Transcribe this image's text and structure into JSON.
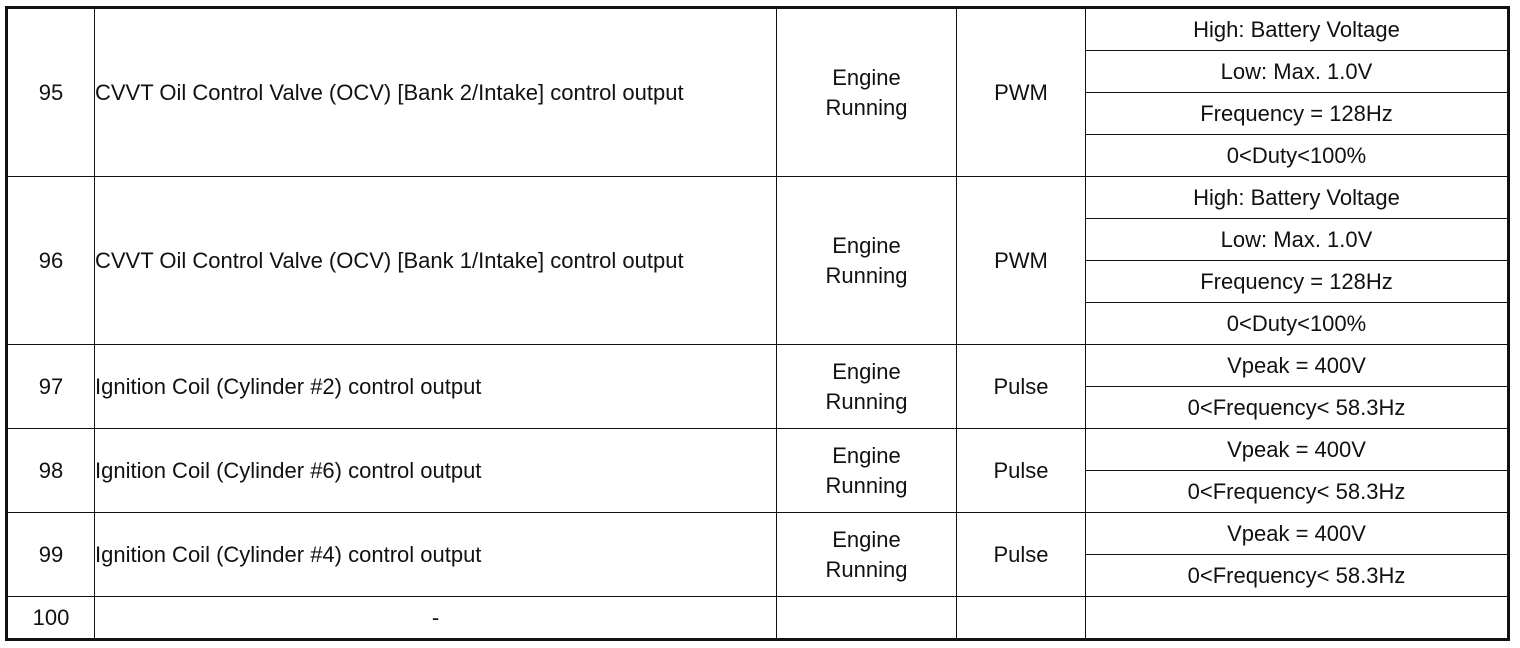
{
  "rows": [
    {
      "pin": "95",
      "description": "CVVT Oil Control Valve (OCV) [Bank 2/Intake] control output",
      "condition": [
        "Engine",
        "Running"
      ],
      "type": "PWM",
      "levels": [
        "High: Battery Voltage",
        "Low: Max. 1.0V",
        "Frequency = 128Hz",
        "0<Duty<100%"
      ]
    },
    {
      "pin": "96",
      "description": "CVVT Oil Control Valve (OCV) [Bank 1/Intake] control output",
      "condition": [
        "Engine",
        "Running"
      ],
      "type": "PWM",
      "levels": [
        "High: Battery Voltage",
        "Low: Max. 1.0V",
        "Frequency = 128Hz",
        "0<Duty<100%"
      ]
    },
    {
      "pin": "97",
      "description": "Ignition Coil (Cylinder #2) control output",
      "condition": [
        "Engine",
        "Running"
      ],
      "type": "Pulse",
      "levels": [
        "Vpeak = 400V",
        "0<Frequency< 58.3Hz"
      ]
    },
    {
      "pin": "98",
      "description": "Ignition Coil (Cylinder #6) control output",
      "condition": [
        "Engine",
        "Running"
      ],
      "type": "Pulse",
      "levels": [
        "Vpeak = 400V",
        "0<Frequency< 58.3Hz"
      ]
    },
    {
      "pin": "99",
      "description": "Ignition Coil (Cylinder #4) control output",
      "condition": [
        "Engine",
        "Running"
      ],
      "type": "Pulse",
      "levels": [
        "Vpeak = 400V",
        "0<Frequency< 58.3Hz"
      ]
    },
    {
      "pin": "100",
      "description": "-",
      "condition": [],
      "type": "",
      "levels": [
        ""
      ]
    }
  ]
}
